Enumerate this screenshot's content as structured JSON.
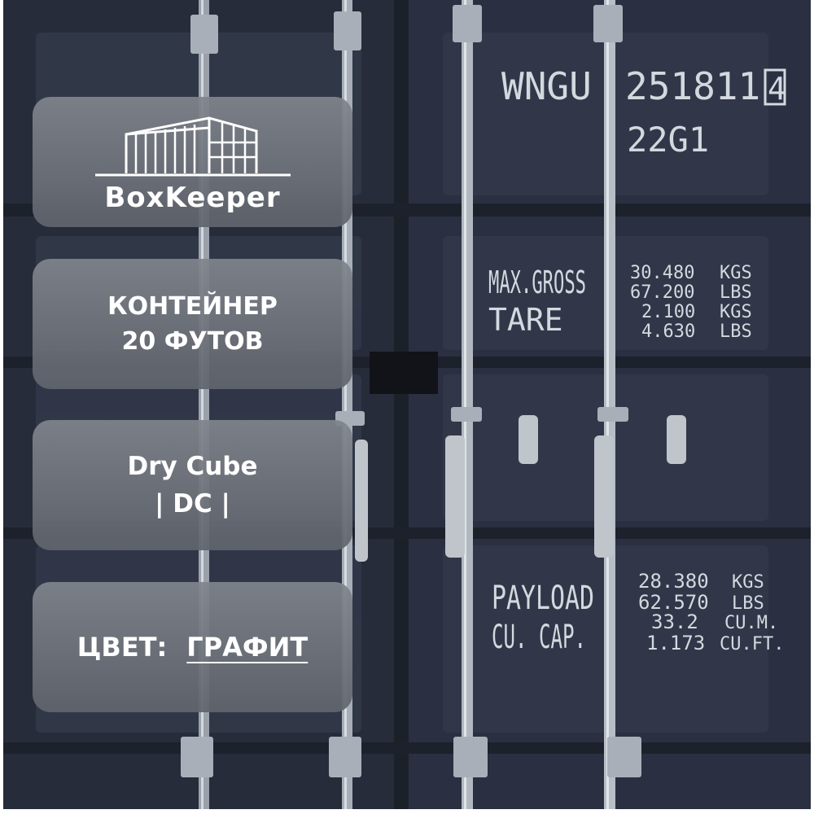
{
  "brand": {
    "name": "BoxKeeper"
  },
  "cards": {
    "type_line1": "КОНТЕЙНЕР",
    "type_line2": "20 ФУТОВ",
    "model_line1": "Dry Cube",
    "model_line2": "| DC |",
    "color_label": "ЦВЕТ:",
    "color_value": "ГРАФИТ"
  },
  "container_marks": {
    "owner_code": "WNGU",
    "serial_number": "251811",
    "check_digit": "4",
    "type_code": "22G1",
    "weights_labels": [
      "MAX.GROSS",
      "TARE"
    ],
    "weights_values": [
      "30.480",
      "67.200",
      "2.100",
      "4.630"
    ],
    "weights_units": [
      "KGS",
      "LBS",
      "KGS",
      "LBS"
    ],
    "capacity_labels": [
      "PAYLOAD",
      "CU. CAP."
    ],
    "capacity_values": [
      "28.380",
      "62.570",
      "33.2",
      "1.173"
    ],
    "capacity_units": [
      "KGS",
      "LBS",
      "CU.M.",
      "CU.FT."
    ]
  },
  "colors": {
    "container_paint": "#272d3d",
    "card_overlay": "#74787f",
    "stencil_text": "#d4d8df",
    "card_text": "#ffffff"
  }
}
